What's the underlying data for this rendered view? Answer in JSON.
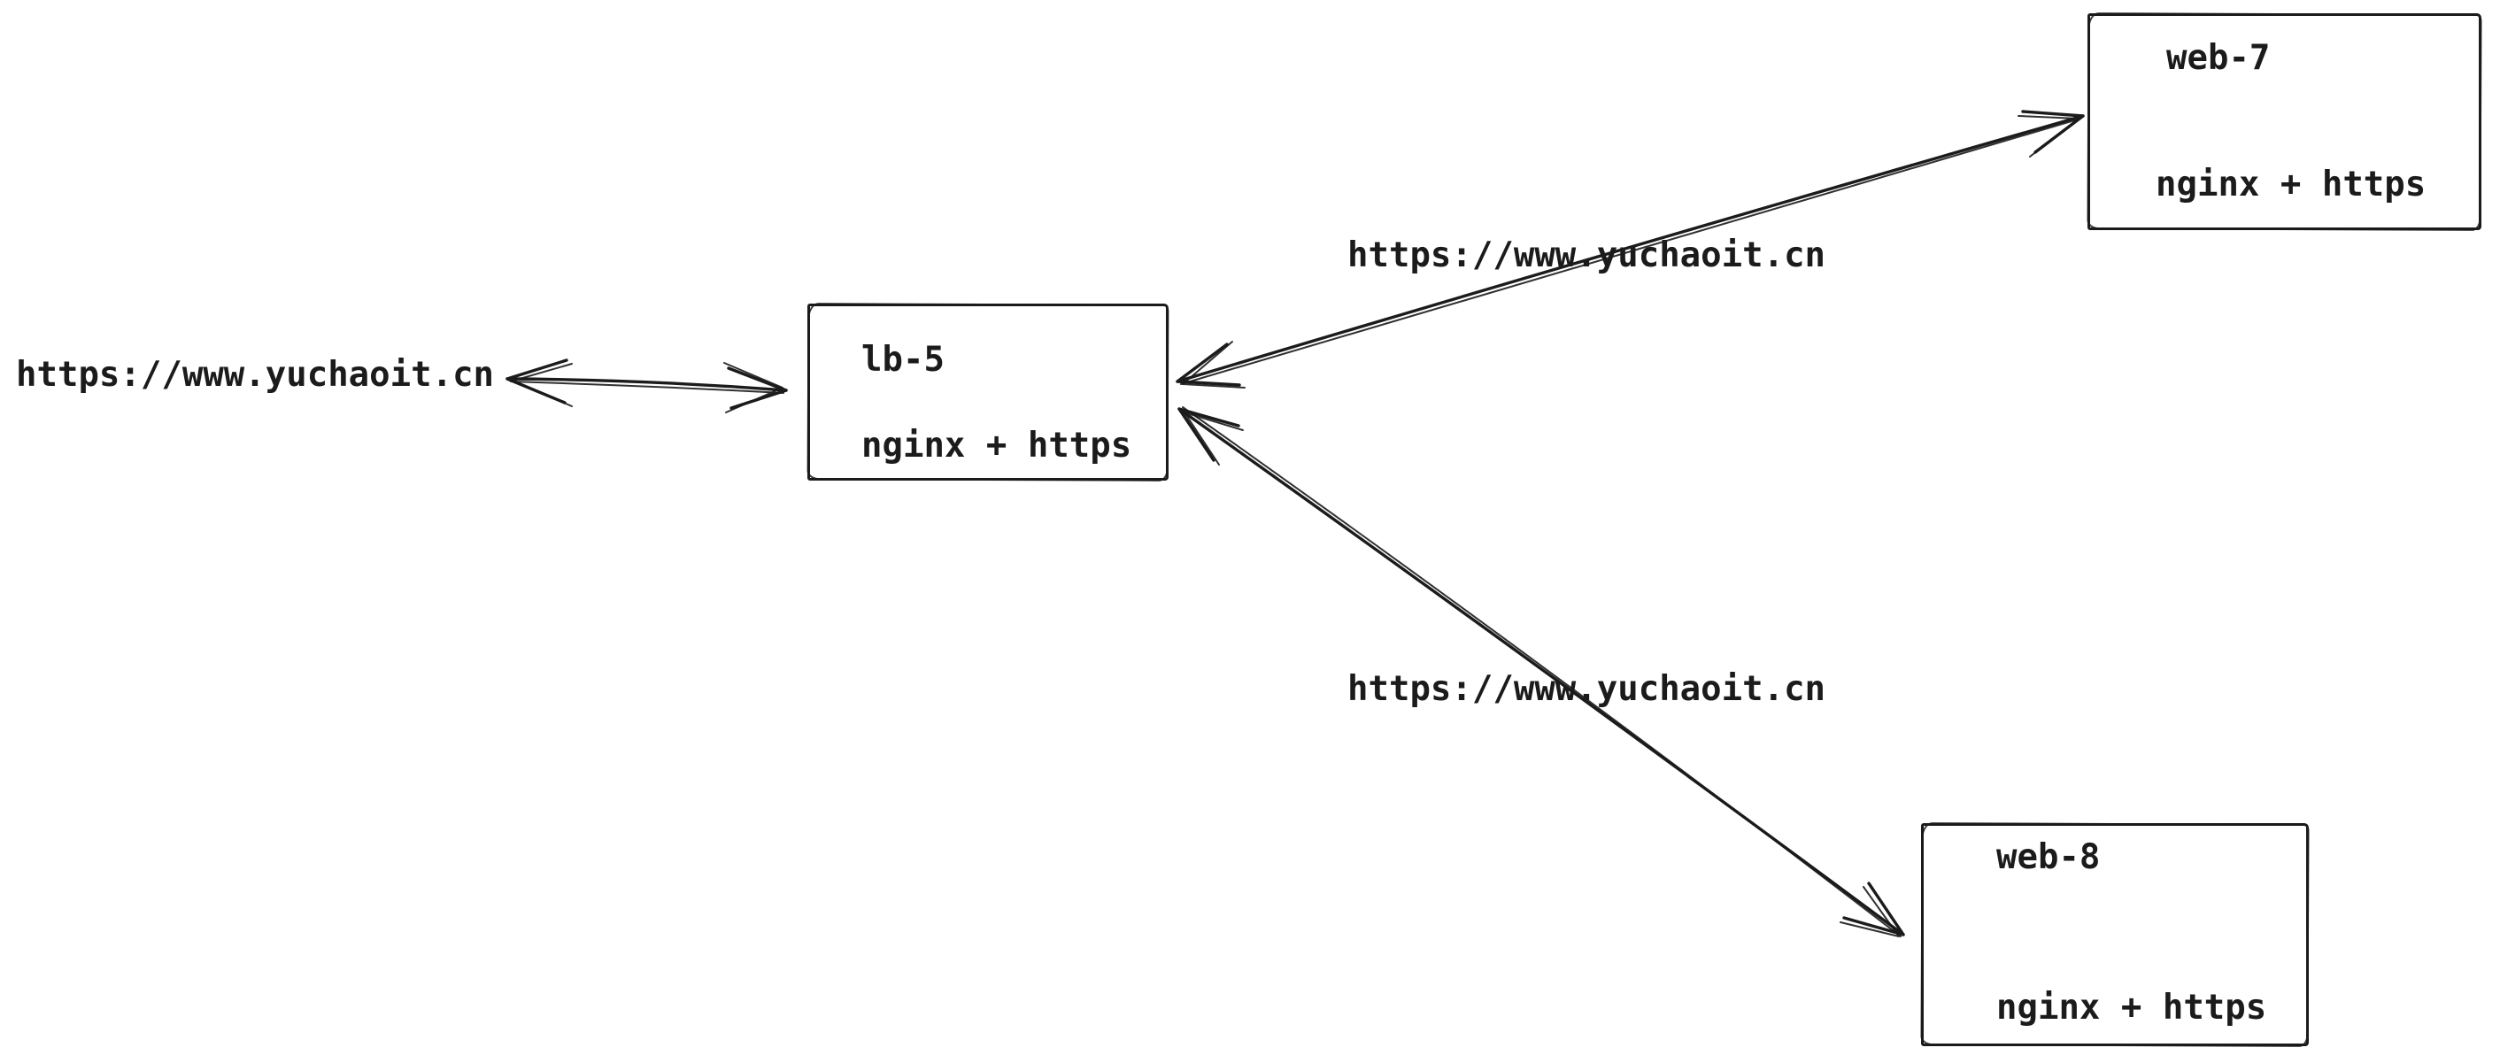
{
  "diagram": {
    "background": "#ffffff",
    "stroke_color": "#1b1b1b",
    "client": {
      "url": "https://www.yuchaoit.cn"
    },
    "nodes": {
      "lb5": {
        "name": "lb-5",
        "stack": "nginx + https"
      },
      "web7": {
        "name": "web-7",
        "stack": "nginx + https"
      },
      "web8": {
        "name": "web-8",
        "stack": "nginx + https"
      }
    },
    "edges": {
      "client_lb5": {
        "type": "double-arrow"
      },
      "lb5_web7": {
        "type": "double-arrow",
        "label": "https://www.yuchaoit.cn"
      },
      "lb5_web8": {
        "type": "double-arrow",
        "label": "https://www.yuchaoit.cn"
      }
    }
  }
}
